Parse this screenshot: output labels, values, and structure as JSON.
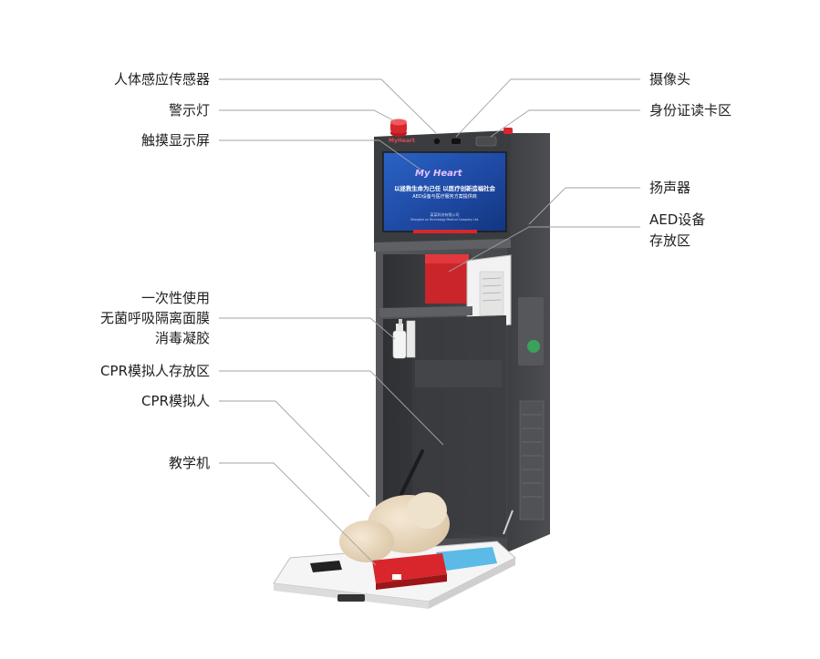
{
  "screen": {
    "brand": "My Heart",
    "slogan": "以拯救生命为己任 以医疗创新造福社会",
    "subtitle": "AED设备与医疗服务方案提供商",
    "company_cn": "某某科技有限公司",
    "company_en": "Shanghai xx Technology Medical Company Ltd.",
    "bezel_logo": "MyHeart"
  },
  "labels": {
    "left": [
      {
        "id": "body-sensor",
        "text": "人体感应传感器"
      },
      {
        "id": "warning-light",
        "text": "警示灯"
      },
      {
        "id": "touch-screen",
        "text": "触摸显示屏"
      },
      {
        "id": "disposable",
        "lines": [
          "一次性使用",
          "无菌呼吸隔离面膜",
          "消毒凝胶"
        ]
      },
      {
        "id": "cpr-storage",
        "text": "CPR模拟人存放区"
      },
      {
        "id": "cpr-manikin",
        "text": "CPR模拟人"
      },
      {
        "id": "teaching-machine",
        "text": "教学机"
      }
    ],
    "right": [
      {
        "id": "camera",
        "text": "摄像头"
      },
      {
        "id": "id-reader",
        "text": "身份证读卡区"
      },
      {
        "id": "speaker",
        "text": "扬声器"
      },
      {
        "id": "aed-storage",
        "lines": [
          "AED设备",
          "存放区"
        ]
      }
    ]
  },
  "colors": {
    "cabinet": "#4a4c50",
    "cabinet_dark": "#2e2f33",
    "cabinet_side": "#3a3b3f",
    "screen": "#1f4fa8",
    "accent_red": "#d8262c",
    "leader": "#9a9a9a",
    "manikin": "#ead9bf"
  }
}
